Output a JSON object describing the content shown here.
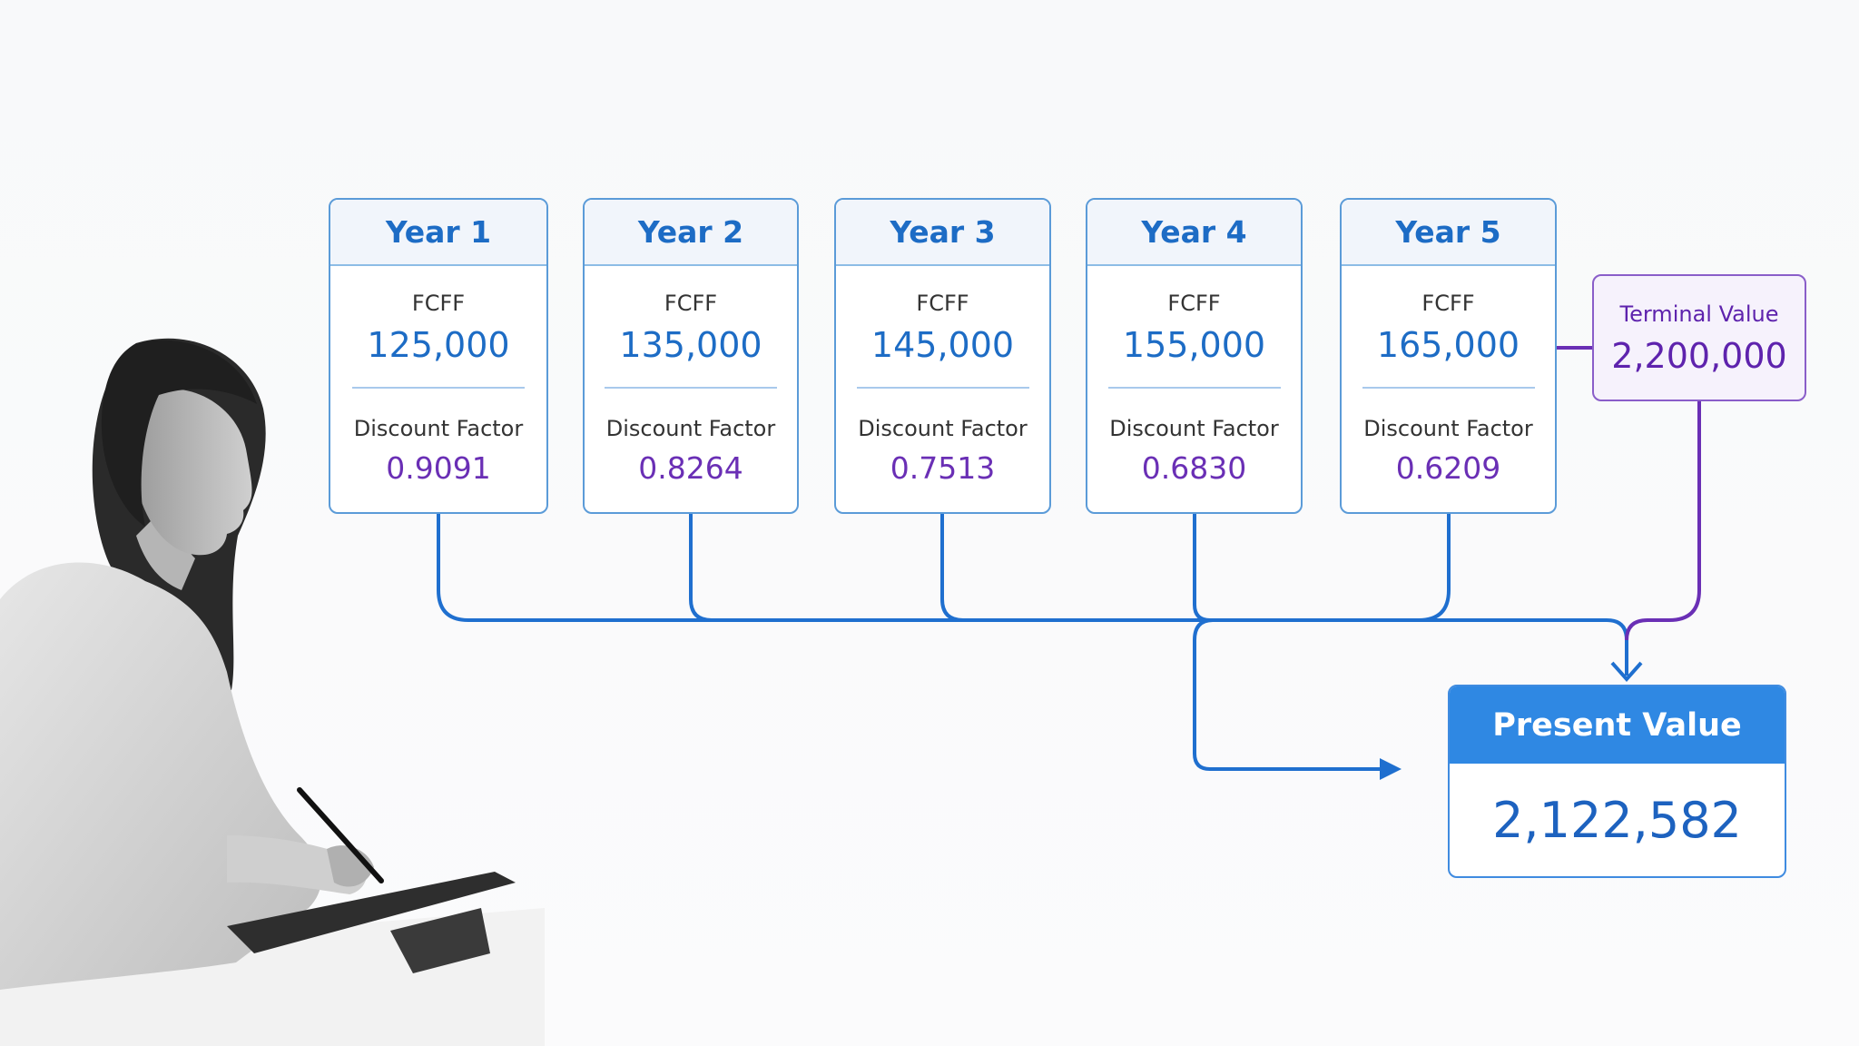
{
  "years": [
    {
      "title": "Year 1",
      "fcff_label": "FCFF",
      "fcff_value": "125,000",
      "df_label": "Discount Factor",
      "df_value": "0.9091"
    },
    {
      "title": "Year 2",
      "fcff_label": "FCFF",
      "fcff_value": "135,000",
      "df_label": "Discount Factor",
      "df_value": "0.8264"
    },
    {
      "title": "Year 3",
      "fcff_label": "FCFF",
      "fcff_value": "145,000",
      "df_label": "Discount Factor",
      "df_value": "0.7513"
    },
    {
      "title": "Year 4",
      "fcff_label": "FCFF",
      "fcff_value": "155,000",
      "df_label": "Discount Factor",
      "df_value": "0.6830"
    },
    {
      "title": "Year 5",
      "fcff_label": "FCFF",
      "fcff_value": "165,000",
      "df_label": "Discount Factor",
      "df_value": "0.6209"
    }
  ],
  "terminal": {
    "label": "Terminal Value",
    "value": "2,200,000"
  },
  "present_value": {
    "label": "Present Value",
    "value": "2,122,582"
  },
  "colors": {
    "blue": "#1d6cc5",
    "connector_blue": "#1f6fcf",
    "purple": "#6a2fb5",
    "pv_header": "#2f88e3"
  }
}
